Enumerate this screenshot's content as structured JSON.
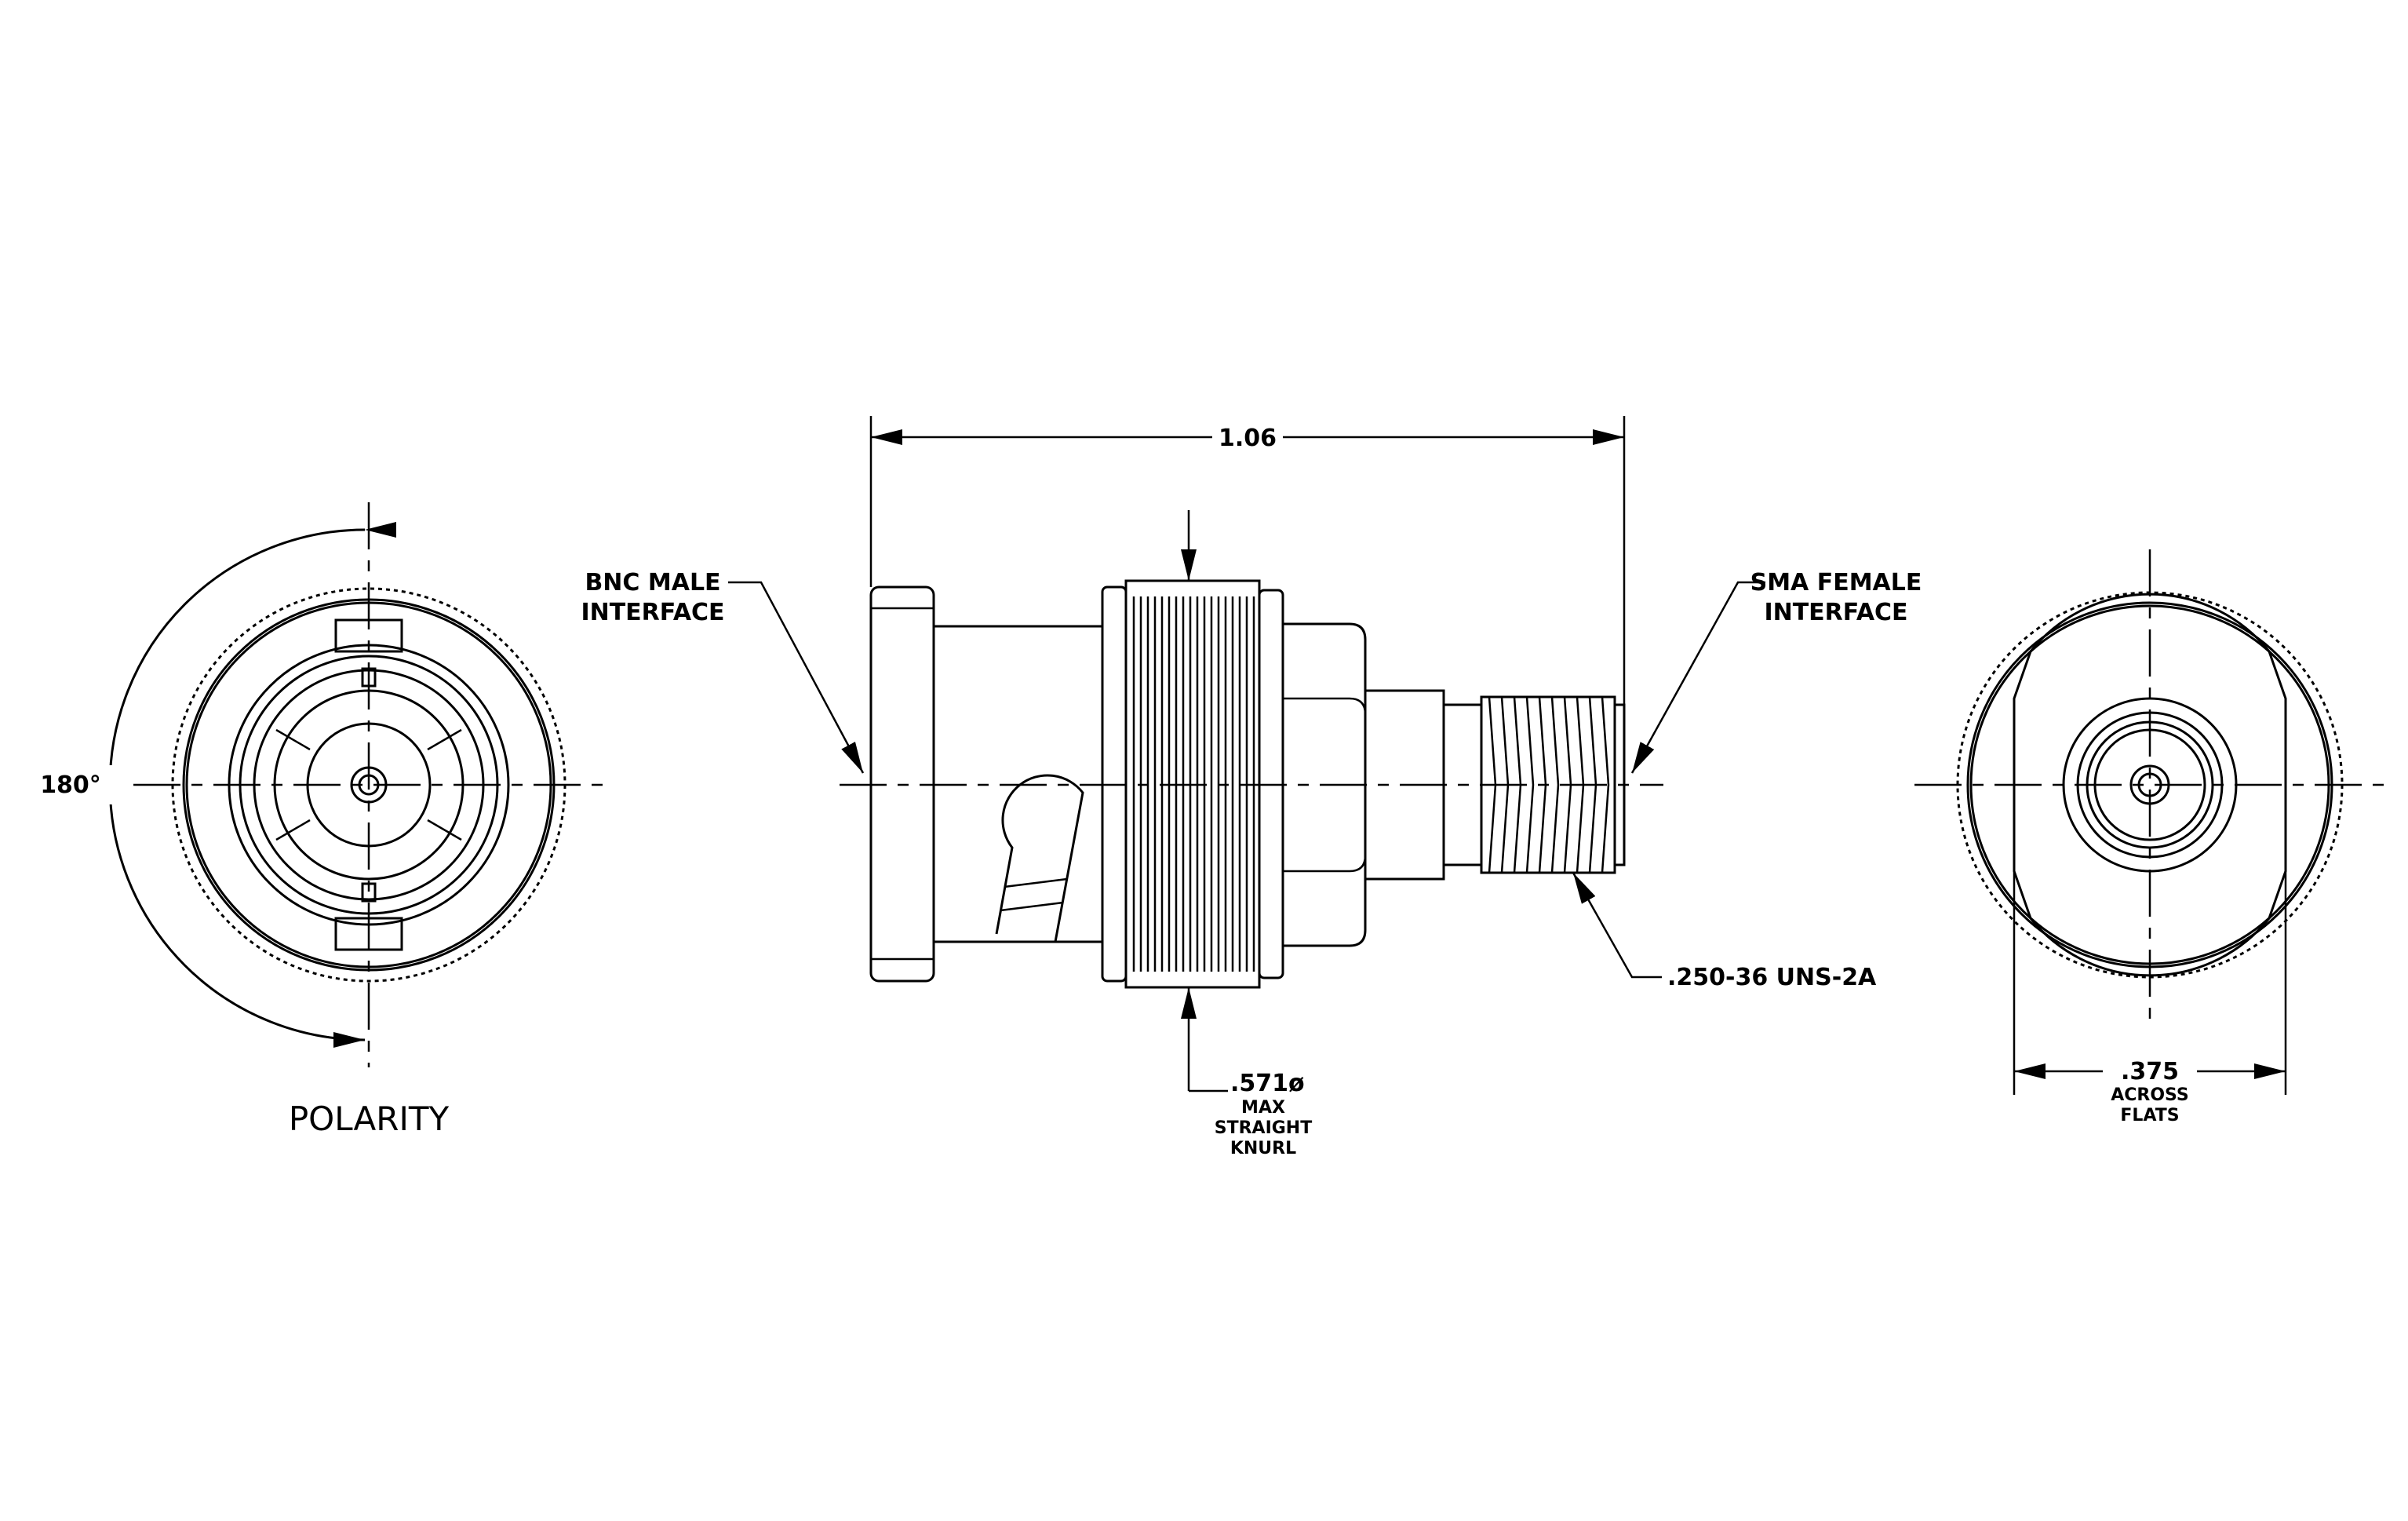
{
  "labels": {
    "dim_overall_length": "1.06",
    "left_callout_line1": "BNC MALE",
    "left_callout_line2": "INTERFACE",
    "right_callout_line1": "SMA FEMALE",
    "right_callout_line2": "INTERFACE",
    "thread_spec": ".250-36 UNS-2A",
    "knurl_dia": ".571ø",
    "knurl_max": "MAX",
    "knurl_straight": "STRAIGHT",
    "knurl_knurl": "KNURL",
    "angle": "180°",
    "polarity": "POLARITY",
    "flats_dim": ".375",
    "flats_across": "ACROSS",
    "flats_flats": "FLATS"
  },
  "colors": {
    "line": "#000000",
    "background": "#ffffff"
  }
}
